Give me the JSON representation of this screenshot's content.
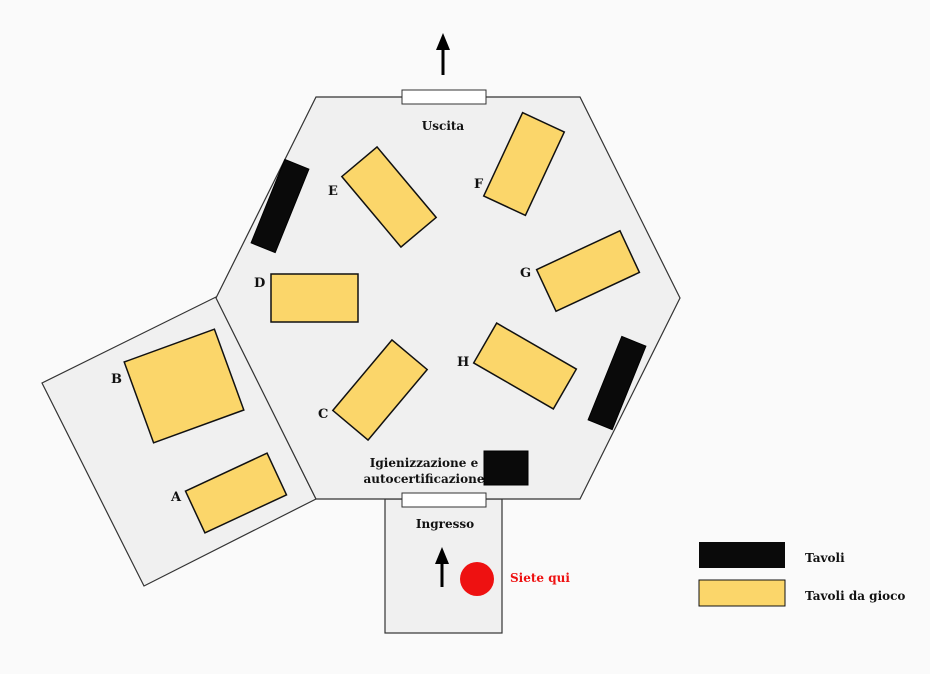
{
  "labels": {
    "exit": "Uscita",
    "entrance": "Ingresso",
    "sanitize_line1": "Igienizzazione e",
    "sanitize_line2": "autocertificazione",
    "you_are_here": "Siete qui"
  },
  "tables": {
    "A": "A",
    "B": "B",
    "C": "C",
    "D": "D",
    "E": "E",
    "F": "F",
    "G": "G",
    "H": "H"
  },
  "legend": {
    "plain_tables": "Tavoli",
    "game_tables": "Tavoli da gioco"
  },
  "colors": {
    "game_table": "#fbd66a",
    "plain_table": "#0a0a0a",
    "room_floor": "#f0f0f0",
    "you_are_here": "#ee1111"
  }
}
